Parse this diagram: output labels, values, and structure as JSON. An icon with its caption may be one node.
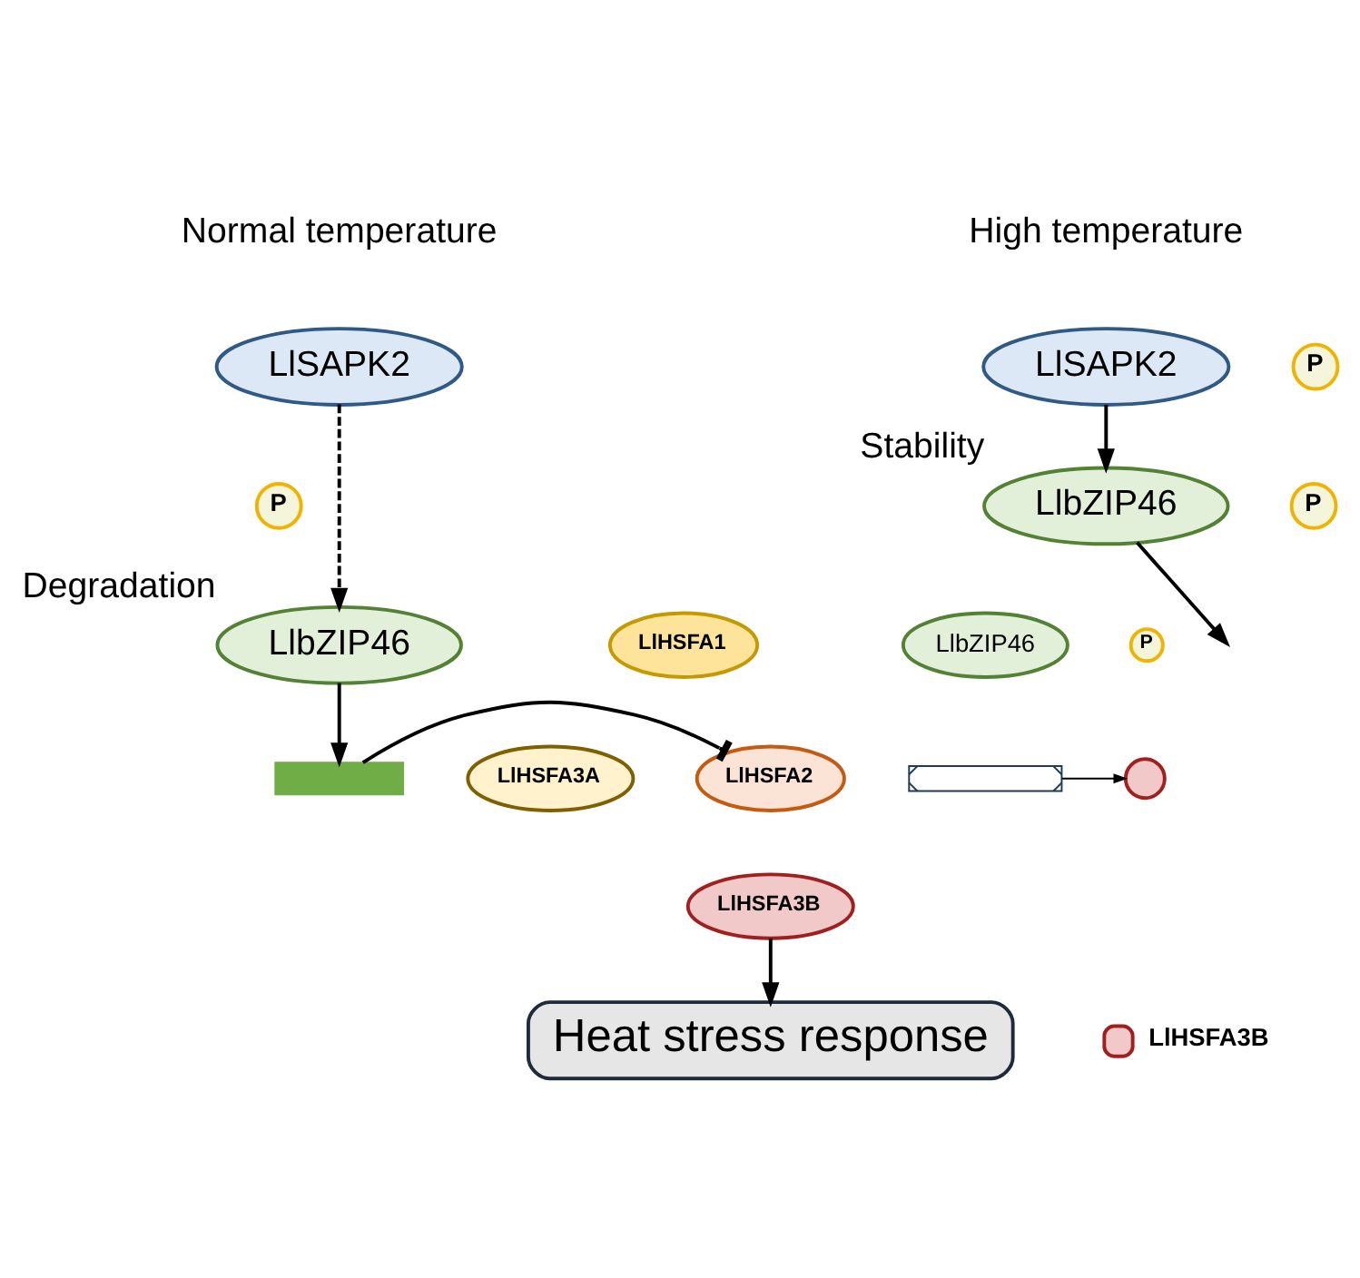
{
  "diagram": {
    "nodes": [
      {
        "text": [
          "LlSAPK2"
        ]
      },
      {
        "text": [
          "P"
        ]
      },
      {
        "text": [
          "LlbZIP46"
        ],
        "beside": [
          "Degradation"
        ]
      },
      {
        "text": [],
        "shape": "bar"
      },
      {
        "text": [
          "LlHSFA1"
        ]
      },
      {
        "text": [
          "LlHSFA2"
        ]
      },
      {
        "text": [
          "LlHSFA3A"
        ]
      },
      {
        "text": [
          "LlHSFA3B"
        ]
      },
      {
        "text": [
          "Heat stress response"
        ]
      },
      {
        "text": [
          "LlSAPK2"
        ]
      },
      {
        "text": [
          "P"
        ]
      },
      {
        "text": [
          "LlbZIP46"
        ],
        "beside": [
          "Stability"
        ]
      },
      {
        "text": [
          "P"
        ]
      },
      {
        "text": [
          "LlbZIP46"
        ]
      },
      {
        "text": [
          "P"
        ]
      },
      {
        "text": [],
        "shape": "box"
      },
      {
        "text": [],
        "shape": "circle"
      }
    ],
    "edges": [
      {
        "from": 0,
        "to": 2,
        "arrow": "to",
        "style": "dashed"
      },
      {
        "from": 2,
        "to": 3,
        "arrow": "to"
      },
      {
        "from": 3,
        "to": 5,
        "arrow": "other"
      },
      {
        "from": 7,
        "to": 8,
        "arrow": "to"
      },
      {
        "from": 9,
        "to": 11,
        "arrow": "to"
      },
      {
        "from": 11,
        "to": null,
        "arrow": "to"
      },
      {
        "from": 15,
        "to": 16,
        "arrow": "to"
      }
    ],
    "labels": [
      "Normal temperature",
      "High temperature"
    ],
    "legend": [
      {
        "text": "LlHSFA3B",
        "color": "#f2c9c9"
      }
    ]
  }
}
